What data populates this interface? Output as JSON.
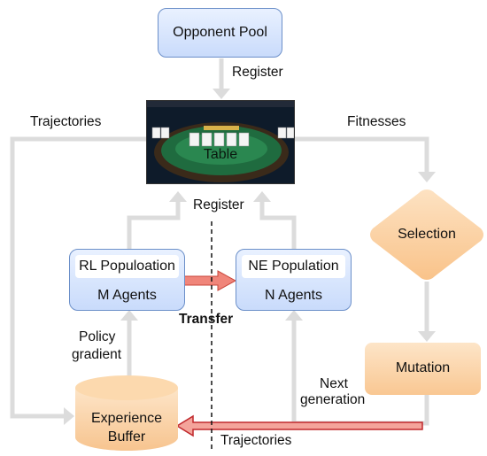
{
  "nodes": {
    "opponent_pool": "Opponent Pool",
    "table": "Table",
    "rl_population": {
      "title": "RL Populoation",
      "subtitle": "M Agents"
    },
    "ne_population": {
      "title": "NE Population",
      "subtitle": "N Agents"
    },
    "selection": "Selection",
    "mutation": "Mutation",
    "experience_buffer": {
      "line1": "Experience",
      "line2": "Buffer"
    }
  },
  "edges": {
    "register_top": "Register",
    "register_mid": "Register",
    "trajectories_left": "Trajectories",
    "fitnesses": "Fitnesses",
    "transfer": "Transfer",
    "policy_gradient": {
      "line1": "Policy",
      "line2": "gradient"
    },
    "next_generation": {
      "line1": "Next",
      "line2": "generation"
    },
    "trajectories_bottom": "Trajectories"
  },
  "colors": {
    "arrow": "#dcdcdc",
    "transfer_arrow": "#f0857a",
    "blue_fill": "#d7e4fb",
    "blue_border": "#6b8fc9",
    "orange_fill": "#fbd3a4",
    "table_felt": "#1f6b3f",
    "experience_arrow": "#c0282c"
  },
  "icons": [
    "poker-table-image"
  ]
}
